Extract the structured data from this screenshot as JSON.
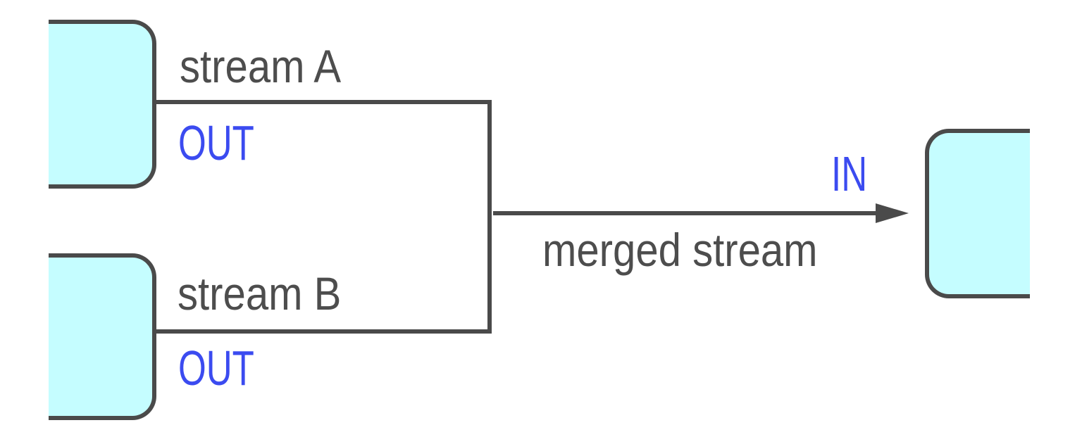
{
  "diagram": {
    "type": "stream-merge-flow",
    "colors": {
      "node_fill": "#c5fdff",
      "node_border": "#4a4a4a",
      "line": "#4a4a4a",
      "label_text": "#4d4d4d",
      "port_text": "#3b4bf0"
    },
    "nodes": {
      "source_a": {
        "role": "source of stream A",
        "text": ""
      },
      "source_b": {
        "role": "source of stream B",
        "text": ""
      },
      "target": {
        "role": "consumer of merged stream",
        "text": ""
      }
    },
    "edges": {
      "stream_a": {
        "label": "stream A",
        "port": "OUT"
      },
      "stream_b": {
        "label": "stream B",
        "port": "OUT"
      },
      "merged": {
        "label": "merged stream",
        "port": "IN"
      }
    }
  }
}
